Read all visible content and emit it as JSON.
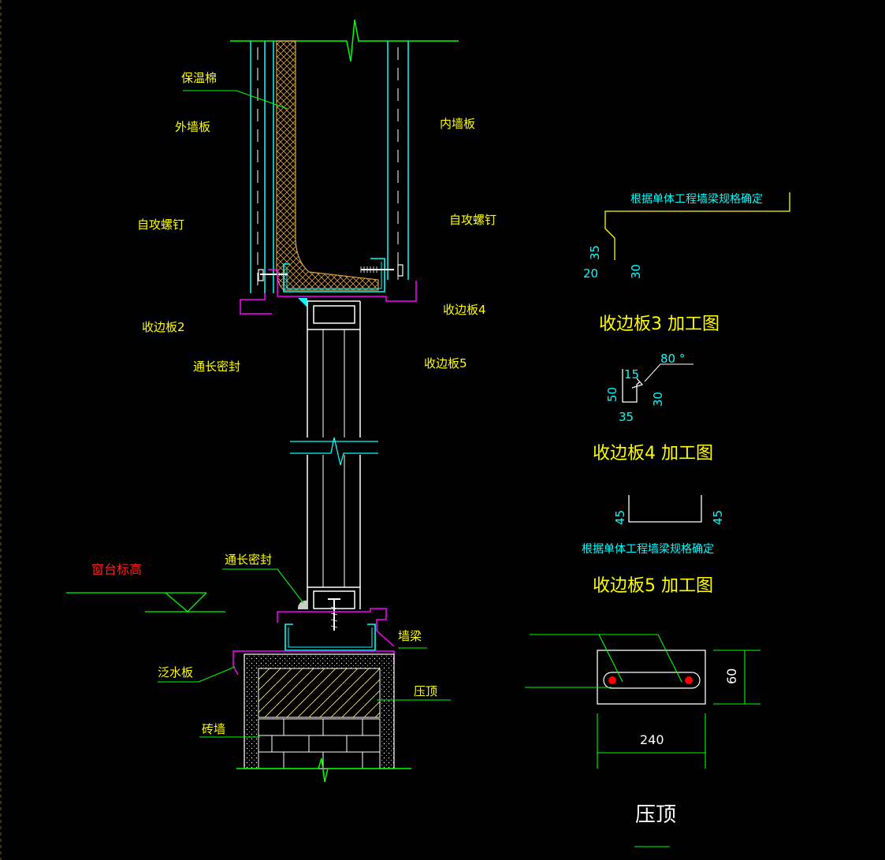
{
  "colors": {
    "background": "#000000",
    "label": "#ffff00",
    "leader": "#00ff00",
    "panel": "#00ffff",
    "flashing": "#ff00ff",
    "frame": "#ffffff",
    "insulation": "#d8a040",
    "elevation_label": "#ff2020"
  },
  "labels": {
    "insulation": "保温棉",
    "outer_panel": "外墙板",
    "inner_panel": "内墙板",
    "screw_left": "自攻螺钉",
    "screw_right": "自攻螺钉",
    "trim2": "收边板2",
    "trim4": "收边板4",
    "trim5": "收边板5",
    "seal_top": "通长密封",
    "seal_bottom": "通长密封",
    "sill_elevation": "窗台标高",
    "flashing": "泛水板",
    "wall_beam": "墙梁",
    "coping": "压顶",
    "brick_wall": "砖墙"
  },
  "details": {
    "trim3": {
      "note": "根据单体工程墙梁规格确定",
      "title": "收边板3 加工图",
      "dims": [
        "35",
        "20",
        "30"
      ]
    },
    "trim4": {
      "title": "收边板4 加工图",
      "angle": "80 °",
      "dims": [
        "15",
        "50",
        "30",
        "35"
      ]
    },
    "trim5": {
      "note": "根据单体工程墙梁规格确定",
      "title": "收边板5 加工图",
      "dims": [
        "45",
        "45"
      ]
    },
    "coping": {
      "title": "压顶",
      "width": "240",
      "height": "60"
    }
  }
}
